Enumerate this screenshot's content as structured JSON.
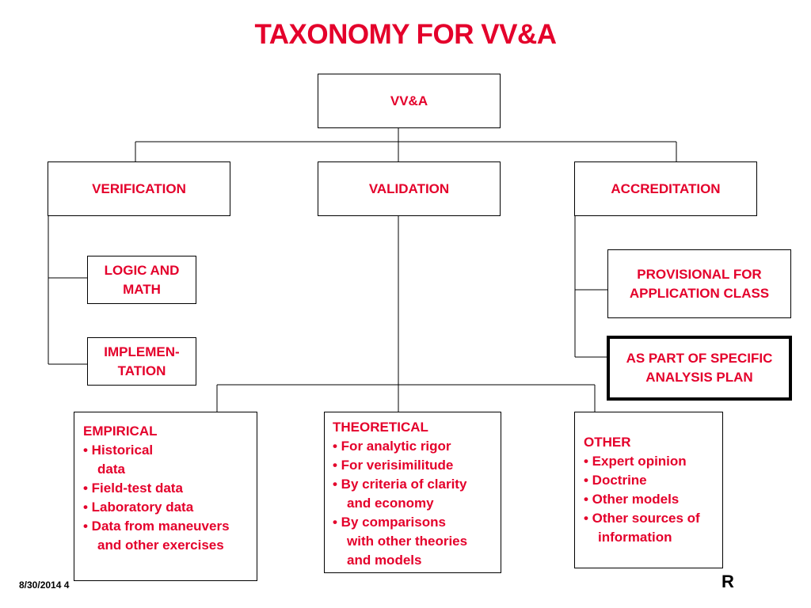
{
  "title": "TAXONOMY FOR VV&A",
  "root": {
    "label": "VV&A"
  },
  "level1": {
    "verification": "VERIFICATION",
    "validation": "VALIDATION",
    "accreditation": "ACCREDITATION"
  },
  "verification_children": {
    "logic_math": [
      "LOGIC AND",
      "MATH"
    ],
    "implementation": [
      "IMPLEMEN-",
      "TATION"
    ]
  },
  "accreditation_children": {
    "provisional": [
      "PROVISIONAL FOR",
      "APPLICATION CLASS"
    ],
    "specific": [
      "AS PART OF SPECIFIC",
      "ANALYSIS PLAN"
    ]
  },
  "validation_children": {
    "empirical": {
      "heading": "EMPIRICAL",
      "items": [
        [
          "• Historical",
          "data"
        ],
        [
          "• Field-test data"
        ],
        [
          "• Laboratory data"
        ],
        [
          "• Data from maneuvers",
          "and other exercises"
        ]
      ]
    },
    "theoretical": {
      "heading": "THEORETICAL",
      "items": [
        [
          "• For analytic rigor"
        ],
        [
          "• For verisimilitude"
        ],
        [
          "• By criteria of clarity",
          "and economy"
        ],
        [
          "• By comparisons",
          "with other theories",
          "and models"
        ]
      ]
    },
    "other": {
      "heading": "OTHER",
      "items": [
        [
          "• Expert opinion"
        ],
        [
          "• Doctrine"
        ],
        [
          "• Other models"
        ],
        [
          "• Other sources of",
          "information"
        ]
      ]
    }
  },
  "footer": {
    "date": "8/30/2014 4",
    "mark": "R"
  },
  "colors": {
    "text": "#e4002b",
    "lines": "#000000"
  }
}
